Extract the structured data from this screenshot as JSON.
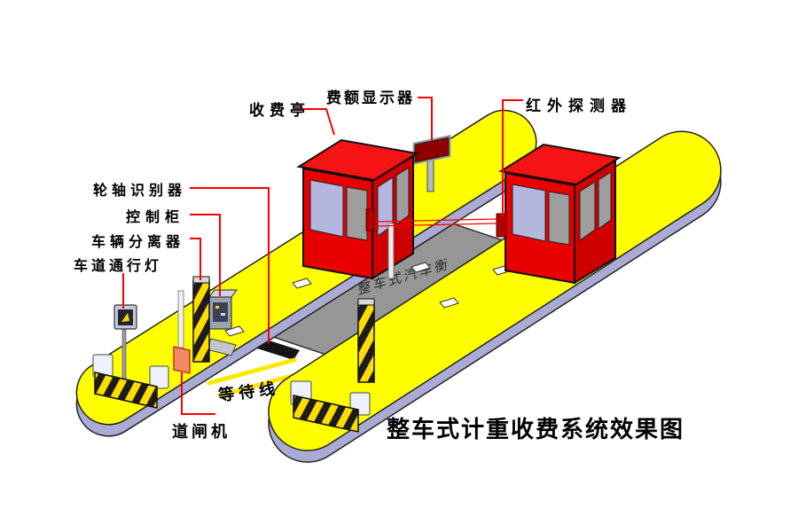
{
  "title": "整车式计重收费系统效果图",
  "labels": {
    "fee_booth": "收费亭",
    "fee_display": "费额显示器",
    "infrared_detector": "红外探测器",
    "axle_identifier": "轮轴识别器",
    "control_cabinet": "控制柜",
    "vehicle_separator": "车辆分离器",
    "lane_light": "车道通行灯",
    "waiting_line": "等待线",
    "barrier_gate": "道闸机"
  },
  "weighbridge_marking": "整车式汽车衡",
  "colors": {
    "island_yellow": "#ffff00",
    "island_curb": "#a9abd4",
    "booth_red": "#e80000",
    "booth_red_dark": "#cf0000",
    "booth_roof_red": "#f41414",
    "window_lavender": "#b3b7de",
    "window_gray": "#9e9e9e",
    "platform_gray": "#969696",
    "display_panel_red": "#8d0000",
    "connector_red": "#ff0000",
    "hazard_yellow": "#ffdd00",
    "hazard_black": "#1c1c1c",
    "barrier_orange": "#f08a66",
    "waiting_line_yellow": "#ffe800"
  }
}
